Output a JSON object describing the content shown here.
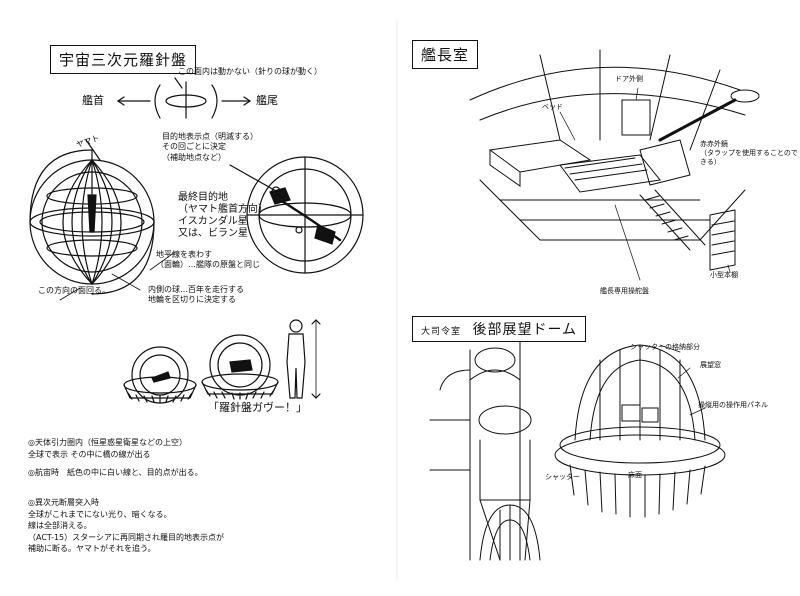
{
  "left": {
    "title": "宇宙三次元羅針盤",
    "top_note": "この面内は動かない（針りの球が動く）",
    "bow": "艦首",
    "stern": "艦尾",
    "yamato": "ヤマト",
    "target_note": "目的地表示点（明滅する）\nその回ごとに決定\n（補助地点など）",
    "final_target": "最終目的地\n（ヤマト艦首方向）\nイスカンダル星\n又は、ビラン星",
    "horizon_note": "地平線を表わす\n（面輪）…艦隊の原盤と同じ",
    "direction_note": "この方向の面回る。",
    "inner_ball": "内側の球…百年を走行する\n地輪を区切りに決定する",
    "caption": "「羅針盤ガヴー！」",
    "notes": [
      "◎天体引力圏内（恒星惑星衛星などの上空）\n全球で表示 その中に橋の線が出る",
      "◎航宙時　紙色の中に白い線と、目的点が出る。",
      "◎異次元断層突入時\n全球がこれまでにない光り、暗くなる。\n線は全部消える。\n（ACT-15）スターシアに再同期され羅目的地表示点が\n補助に断る。ヤマトがそれを追う。"
    ]
  },
  "right": {
    "title1": "艦長室",
    "door": "ドア外側",
    "bed": "ベッド",
    "scope": "赤赤外鏡\n（タラップを使用することのできる）",
    "bookshelf": "小型本棚",
    "window": "艦長専用操舵盤",
    "title2_prefix": "大司令室",
    "title2": "後部展望ドーム",
    "shutter": "シャッターの格納部分",
    "frame": "展望窓",
    "panel": "操縦用の操作用パネル",
    "shutter2": "シャッター",
    "floor": "床面"
  }
}
